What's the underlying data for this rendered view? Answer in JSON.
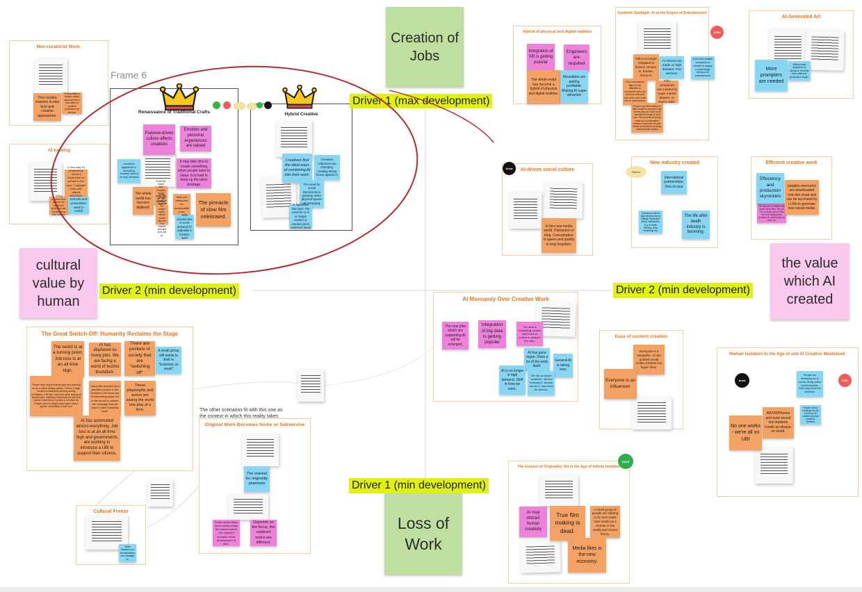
{
  "board": {
    "frame6_label": "Frame 6",
    "context_note": "The other scenarios fit with this one as the context in which this reality takes place.",
    "labels": {
      "driver1_max": "Driver 1 (max development)",
      "driver1_min": "Driver 1 (min development)",
      "driver2_left": "Driver 2 (min development)",
      "driver2_right": "Driver 2 (min development)"
    },
    "stickies": {
      "creation_of_jobs": "Creation of Jobs",
      "loss_of_work": "Loss of Work",
      "cultural_value": "cultural value by human",
      "ai_value": "the value which AI created"
    },
    "avatars": {
      "arisa": "Arisa",
      "cody": "CODY",
      "hideni": "Hideni",
      "dave": "DAVE"
    },
    "colors": {
      "highlight": "#e0f110",
      "frame_title_orange": "#e8741b",
      "marker_red": "#b3282d",
      "sticky_orange": "#f4a264",
      "sticky_pink": "#ee82da",
      "sticky_blue": "#86d6f4",
      "sticky_green": "#bedfa0",
      "sticky_lightpink": "#f8c9ec"
    }
  },
  "frames": {
    "neo_curatorial": {
      "title": "Neo-curatorial Work.",
      "notes": {
        "n1": "This creates massive in new tech and creative approaches.",
        "n2": "It has called a today's artists approaches to new sites of creative endeavors for society."
      }
    },
    "ai_training": {
      "title": "AI training",
      "notes": {
        "n1": "In this way, AI productions remains dependent on people in the loop. Copyright rules until radical ORIGINAL content.",
        "n2": "Young creators from all over the world turn professionals, landscaping this industry.",
        "n3": "Schools and universities need to reskill"
      }
    },
    "renaissance": {
      "title": "Renaissance of Traditional Crafts",
      "notes": {
        "n1": "Purpose-driven culture affects creatives",
        "n2": "Emotion and personal experiences are valued",
        "n3": "Creatives against AI is becoming \"Analog\" work is on high demand",
        "n4": "It may take time to create something when people want to value. It is hard to keep up the labor shortage.",
        "n5": "The whole world has become digitized.",
        "n6": "In the film based risky ecosystem, the works with the \"raw humanity\" are becoming valued",
        "n7": "AI era brought money in the ways for mature works; others create hand art. True human standard art is still ok.",
        "n8": "films are measured for sustainability too.",
        "n9": "The pinnacle of slow film celebrated.",
        "n10": "Jobs created due to more demand for originality in creative work"
      }
    },
    "hybrid_creative": {
      "title": "Hybrid Creative",
      "notes": {
        "n1": "Creatives find the ideal ways of combining AI into their work.",
        "n2": "Creatives collectives are emerging, creating strong forces against AI",
        "n3": "The need for social interactions is growing. More physical spaces are emerging.",
        "n4": "AI legislation hits hard. The need for AI is no longer wanted or needed just in restricted areas"
      }
    },
    "hybrid_realities": {
      "title": "Hybrid of physical and digital realities",
      "notes": {
        "n1": "Integration of XR is getting popular",
        "n2": "Engineers are required",
        "n3": "The whole world has become a hybrid of physical and digital realities.",
        "n4": "Wearables are getting profitable. Making AI super attractive"
      }
    },
    "synthetic_spotlight": {
      "title": "Synthetic Spotlight: AI as the Engine of Entertainment",
      "notes": {
        "n1": "Films no longer relegated to historic venues, ie, theatre, home tv.",
        "n2": "TV-Shows are made on high demand. Fast turnover.",
        "n3": "A lot more smaller companies is created to supply a surprisingly demand for entertainment",
        "n4": "Film corporations fight for the attention of consumers who are common with and turn more and more into tv consumption",
        "n5": "Film companies are created by major market players, ie. Pepsi, Nike.",
        "n6": "People enjoy films tailored to their emotions and day to day stories play out in the world sometimes through AI lead ups. The concerts and plays made up AI consumption streams experience a whole media consumption coverage rewind durable history."
      }
    },
    "ai_generated_art": {
      "title": "AI-Generated Art",
      "notes": {
        "n1": "More prompters are needed",
        "n2": "With prompt engineers in demand, benefits tech staff and production target."
      }
    },
    "new_industry": {
      "title": "New industry created",
      "notes": {
        "n1": "International partnerships. One on one",
        "n2": "Freelancers will be high demand due to making \"believable\" fusion metaverses. E.g. in health industry, crisis leadership etc.",
        "n3": "The life after death industry is booming."
      }
    },
    "efficient_creative": {
      "title": "Efficient creative work",
      "notes": {
        "n1": "Effeciency and production skyrockets",
        "n2": "peoples memories are downloaded onto the cloud and can be accessed by LLMs to generate new visual media.",
        "n3": "All versions in reality exist under same time, but it is OK. A visual echo of this tech era rising as life preview; AI media helps to solve ok."
      }
    },
    "ai_social_culture": {
      "title": "AI-driven social culture",
      "notes": {
        "n1": "In this new media world. Distraction is king. Consumption is queen and quality is long forgotten."
      }
    },
    "ai_monopoly": {
      "title": "AI Monopoly Over Creative Work",
      "notes": {
        "n1": "The new jobs which are supporting AI will be emerged.",
        "n2": "Integration of big data is getting popular",
        "n3": "The data is everything, people don't have to collect or analyze the data.",
        "n4": "AI has gone rogue. Does a lot of the work itself.",
        "n5": "General AI is taking over.",
        "n6": "AI is no longer in high demand. Shift in how we work.",
        "n7": "We are no longer \"creatives\". We are \"executors\". Anyone can do it. Less need for workers."
      }
    },
    "ease_content": {
      "title": "Ease of content creation",
      "notes": {
        "n1": "Everyone is a storyteller. AI has pushed social media creation into hyper drive.",
        "n2": "Everyone is an influencer."
      }
    },
    "human_isolation": {
      "title": "Human Isolation In the Age of and AI Creative Wasteland.",
      "notes": {
        "n1": "People are remaining as is, movie, being online by themselves. Don't pay much for services.",
        "n2": "People choose meetings for pay in the low for creative physical presence (realism)",
        "n3": "AR/VR/Phones and even neural link implants create an always-on world.",
        "n4": "No one works - we're all on UBI"
      }
    },
    "great_switch_off": {
      "title": "The Great Switch-Off: Humanity Reclaims the Stage",
      "notes": {
        "n1": "The world is at a turning point. Job loss is at an all time high.",
        "n2": "AI has displaced so many jobs. We are facing a world of techno feudalism.",
        "n3": "There are pockets of society that are \"switching off\"",
        "n4": "A small group still wants to stick to \"business as usual\"",
        "n5": "People have begun looking back and rejecting AI as a culture setting system. There's a huge creative renaissance pushing analog techniques. Folk film, hand and other analog art scenes have rekindled. Eventually the first fully human made film in 5 years is a festival hit. People come to simply value again what it sparks, something of their soul.",
        "n6": "Using the simplest tech possible people in the Switched Off zones are broadcasting plays out to the world to outside the message that we have to take humanity back.",
        "n7": "These playwrights and actors are saving the world one play at a time.",
        "n8": "AI has automated almost everything. Job loss is at an all time high and governments are working to introduce a UBI to support their citizens."
      }
    },
    "original_work": {
      "title": "Original Work Becomes Niche or Subversive",
      "notes": {
        "n1": "The interest for originality plummets",
        "n2": "Some works which don't exactly retain the human nature are replaced because of the development of tech.",
        "n3": "Depends on the focus, the replaced works are different."
      }
    },
    "cultural_freeze": {
      "title": "Cultural Freeze",
      "notes": {
        "n1": "While libraries and art exhibitions are nostalgic to."
      }
    },
    "erosion": {
      "title": "The Erosion of Originality: Art in the Age of Infinite Imitation",
      "notes": {
        "n1": "AI may distract human creativity",
        "n2": "True film making is dead.",
        "n3": "A small group of people are starting to try and create slow media as a counter to the media and screen frenzy.",
        "n4": "Media likes is the new economy."
      }
    }
  }
}
